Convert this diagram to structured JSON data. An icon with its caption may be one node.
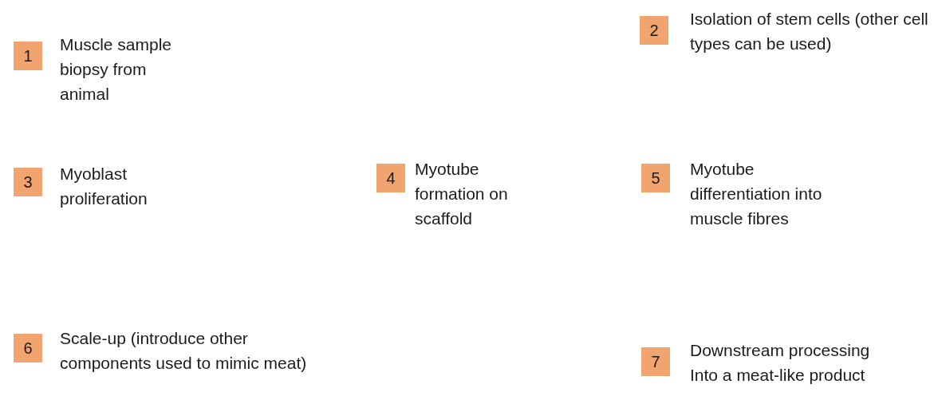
{
  "diagram": {
    "nodes": [
      {
        "text": [
          "1"
        ],
        "beside": [
          "Muscle sample biopsy from animal"
        ]
      },
      {
        "text": [
          "2"
        ],
        "beside": [
          "Isolation of stem cells (other cell types can be used)"
        ]
      },
      {
        "text": [
          "3"
        ],
        "beside": [
          "Myoblast proliferation"
        ]
      },
      {
        "text": [
          "4"
        ],
        "beside": [
          "Myotube formation on scaffold"
        ]
      },
      {
        "text": [
          "5"
        ],
        "beside": [
          "Myotube differentiation into muscle fibres"
        ]
      },
      {
        "text": [
          "6"
        ],
        "beside": [
          "Scale-up (introduce other components used to mimic meat)"
        ]
      },
      {
        "text": [
          "7"
        ],
        "beside": [
          "Downstream processing Into a meat-like product"
        ]
      }
    ]
  }
}
